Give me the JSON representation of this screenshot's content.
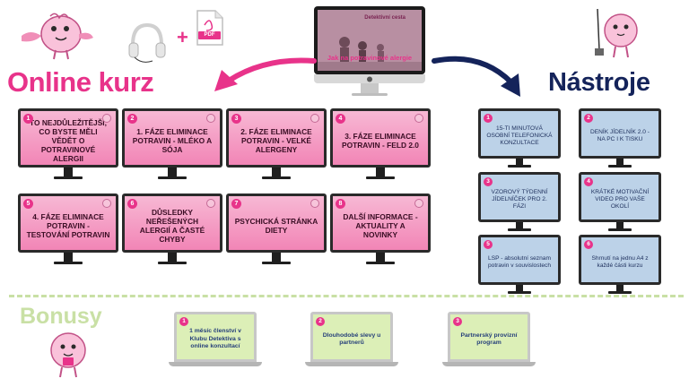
{
  "headings": {
    "online": "Online kurz",
    "tools": "Nástroje",
    "bonus": "Bonusy"
  },
  "featured": {
    "subtitle": "Detektivní cesta",
    "title": "Jak na potravinové alergie"
  },
  "pdf_label": "PDF",
  "course": [
    {
      "num": "1",
      "label": "TO NEJDŮLEŽITĚJŠÍ, CO BYSTE MĚLI VĚDĚT O POTRAVINOVÉ ALERGII"
    },
    {
      "num": "2",
      "label": "1. FÁZE ELIMINACE POTRAVIN - MLÉKO A SÓJA"
    },
    {
      "num": "3",
      "label": "2. FÁZE ELIMINACE POTRAVIN - VELKÉ ALERGENY"
    },
    {
      "num": "4",
      "label": "3. FÁZE ELIMINACE POTRAVIN - FELD 2.0"
    },
    {
      "num": "5",
      "label": "4. FÁZE ELIMINACE POTRAVIN - TESTOVÁNÍ POTRAVIN"
    },
    {
      "num": "6",
      "label": "DŮSLEDKY NEŘEŠENÝCH ALERGIÍ A ČASTÉ CHYBY"
    },
    {
      "num": "7",
      "label": "PSYCHICKÁ STRÁNKA DIETY"
    },
    {
      "num": "8",
      "label": "DALŠÍ INFORMACE - AKTUALITY A NOVINKY"
    }
  ],
  "tools": [
    {
      "num": "1",
      "label": "15-TI MINUTOVÁ OSOBNÍ TELEFONICKÁ KONZULTACE"
    },
    {
      "num": "2",
      "label": "DENÍK JÍDELNÍK 2.0 - NA PC I K TISKU"
    },
    {
      "num": "3",
      "label": "VZOROVÝ TÝDENNÍ JÍDELNÍČEK PRO 2. FÁZI"
    },
    {
      "num": "4",
      "label": "KRÁTKÉ MOTIVAČNÍ VIDEO PRO VAŠE OKOLÍ"
    },
    {
      "num": "5",
      "label": "LSP - absolutní seznam potravin v souvislostech"
    },
    {
      "num": "6",
      "label": "Shrnutí na jednu A4 z každé části kurzu"
    }
  ],
  "bonus": [
    {
      "num": "1",
      "label": "1 měsíc členství v Klubu Detektiva s online konzultací"
    },
    {
      "num": "2",
      "label": "Dlouhodobé slevy u partnerů"
    },
    {
      "num": "3",
      "label": "Partnerský provizní program"
    }
  ],
  "colors": {
    "pink": "#e8338a",
    "navy": "#14235a",
    "green": "#c9e0a5"
  }
}
